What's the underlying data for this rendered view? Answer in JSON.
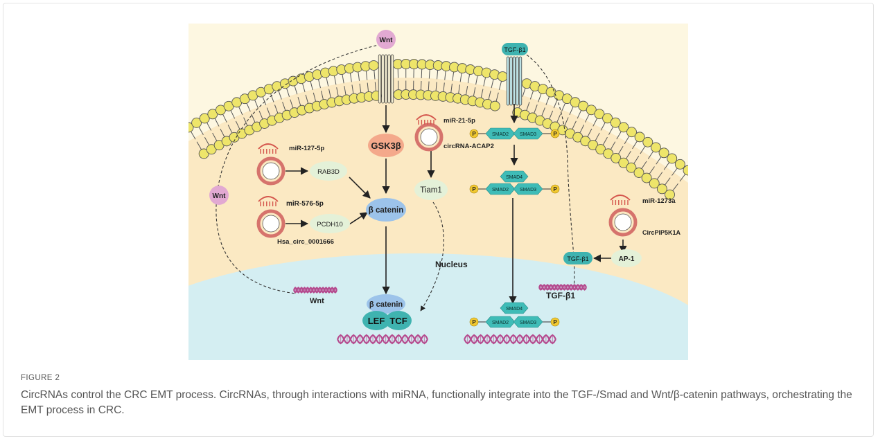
{
  "figure": {
    "label": "FIGURE 2",
    "caption": "CircRNAs control the CRC EMT process. CircRNAs, through interactions with miRNA, functionally integrate into the TGF-/Smad and Wnt/β-catenin pathways, orchestrating the EMT process in CRC."
  },
  "diagram": {
    "colors": {
      "background": "#fdf7e1",
      "cytoplasm": "#fbe9c3",
      "nucleus": "#d4eef2",
      "lipid_head": "#eee56a",
      "smad": "#3fbcb7",
      "phosphate": "#f1c830",
      "beta_catenin": "#9cc3ea",
      "gsk3b": "#f4a98b",
      "lef_tcf": "#3fb3b0",
      "dna": "#b54a8e",
      "wnt": "#e2a9d2",
      "mirna": "#d4544b",
      "circ_ring": "#d6736c"
    },
    "labels": {
      "wnt_top": "Wnt",
      "wnt_left": "Wnt",
      "wnt_gene": "Wnt",
      "tgf_top": "TGF-β1",
      "tgf_small": "TGF-β1",
      "tgf_gene": "TGF-β1",
      "gsk3b": "GSK3β",
      "beta_catenin_cyto": "β catenin",
      "beta_catenin_nuc": "β catenin",
      "lef": "LEF",
      "tcf": "TCF",
      "nucleus": "Nucleus",
      "tiam1": "Tiam1",
      "rab3d": "RAB3D",
      "pcdh10": "PCDH10",
      "ap1": "AP-1",
      "mir127": "miR-127-5p",
      "mir576": "miR-576-5p",
      "mir21": "miR-21-5p",
      "mir1273": "miR-1273a",
      "circ_acap2": "circRNA-ACAP2",
      "hsa_circ": "Hsa_circ_0001666",
      "circ_pip5k1a": "CircPIP5K1A",
      "smad2": "SMAD2",
      "smad3": "SMAD3",
      "smad4": "SMAD4",
      "p": "P"
    }
  }
}
